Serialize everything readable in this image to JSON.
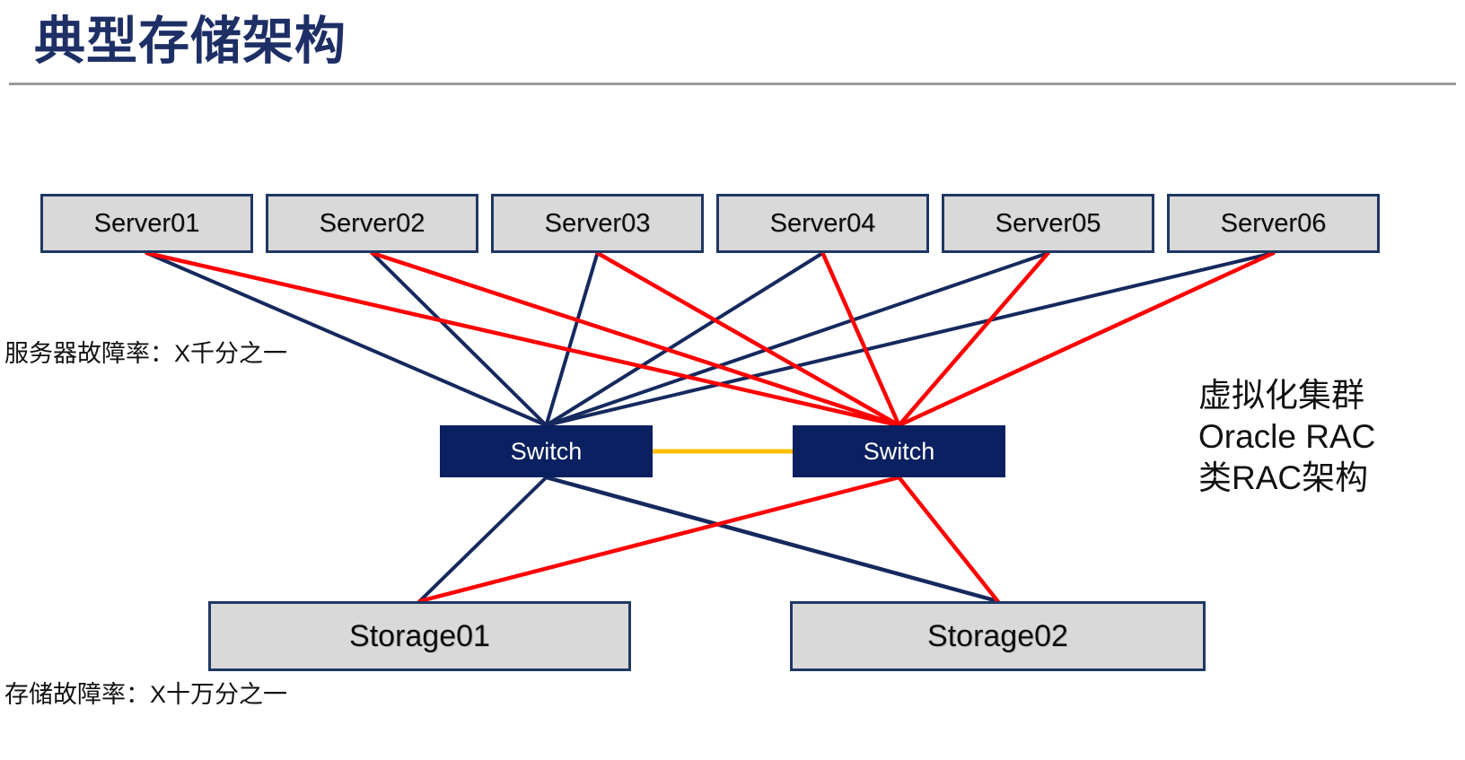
{
  "title": "典型存储架构",
  "labels": {
    "server_failure_rate": "服务器故障率：X千分之一",
    "storage_failure_rate": "存储故障率：X十万分之一",
    "right_note_lines": [
      "虚拟化集群",
      "Oracle RAC",
      "类RAC架构"
    ]
  },
  "colors": {
    "navy_line": "#16295E",
    "red_line": "#FF0000",
    "yellow_line": "#FFC000",
    "box_fill_gray": "#D9D9D9",
    "box_border_navy": "#1F3864",
    "switch_fill_navy": "#0A2060",
    "title_navy": "#1E2F66",
    "rule_gray": "#9A9A9A"
  },
  "nodes": {
    "servers": [
      {
        "id": "server1",
        "label": "Server01"
      },
      {
        "id": "server2",
        "label": "Server02"
      },
      {
        "id": "server3",
        "label": "Server03"
      },
      {
        "id": "server4",
        "label": "Server04"
      },
      {
        "id": "server5",
        "label": "Server05"
      },
      {
        "id": "server6",
        "label": "Server06"
      }
    ],
    "switches": [
      {
        "id": "switch-a",
        "label": "Switch"
      },
      {
        "id": "switch-b",
        "label": "Switch"
      }
    ],
    "storages": [
      {
        "id": "storage-1",
        "label": "Storage01"
      },
      {
        "id": "storage-2",
        "label": "Storage02"
      }
    ]
  },
  "connections": [
    {
      "from": "server1",
      "from_anchor": "bottom",
      "to": "switch-a",
      "to_anchor": "top",
      "color": "navy_line",
      "width": 4
    },
    {
      "from": "server2",
      "from_anchor": "bottom",
      "to": "switch-a",
      "to_anchor": "top",
      "color": "navy_line",
      "width": 4
    },
    {
      "from": "server3",
      "from_anchor": "bottom",
      "to": "switch-a",
      "to_anchor": "top",
      "color": "navy_line",
      "width": 4
    },
    {
      "from": "server4",
      "from_anchor": "bottom",
      "to": "switch-a",
      "to_anchor": "top",
      "color": "navy_line",
      "width": 4
    },
    {
      "from": "server5",
      "from_anchor": "bottom",
      "to": "switch-a",
      "to_anchor": "top",
      "color": "navy_line",
      "width": 4
    },
    {
      "from": "server6",
      "from_anchor": "bottom",
      "to": "switch-a",
      "to_anchor": "top",
      "color": "navy_line",
      "width": 4
    },
    {
      "from": "server1",
      "from_anchor": "bottom",
      "to": "switch-b",
      "to_anchor": "top",
      "color": "red_line",
      "width": 4.5
    },
    {
      "from": "server2",
      "from_anchor": "bottom",
      "to": "switch-b",
      "to_anchor": "top",
      "color": "red_line",
      "width": 4.5
    },
    {
      "from": "server3",
      "from_anchor": "bottom",
      "to": "switch-b",
      "to_anchor": "top",
      "color": "red_line",
      "width": 4.5
    },
    {
      "from": "server4",
      "from_anchor": "bottom",
      "to": "switch-b",
      "to_anchor": "top",
      "color": "red_line",
      "width": 4.5
    },
    {
      "from": "server5",
      "from_anchor": "bottom",
      "to": "switch-b",
      "to_anchor": "top",
      "color": "red_line",
      "width": 4.5
    },
    {
      "from": "server6",
      "from_anchor": "bottom",
      "to": "switch-b",
      "to_anchor": "top",
      "color": "red_line",
      "width": 4.5
    },
    {
      "from": "switch-a",
      "from_anchor": "bottom",
      "to": "storage-1",
      "to_anchor": "top",
      "color": "navy_line",
      "width": 4
    },
    {
      "from": "switch-a",
      "from_anchor": "bottom",
      "to": "storage-2",
      "to_anchor": "top",
      "color": "navy_line",
      "width": 4.5
    },
    {
      "from": "switch-b",
      "from_anchor": "bottom",
      "to": "storage-1",
      "to_anchor": "top",
      "color": "red_line",
      "width": 4.5
    },
    {
      "from": "switch-b",
      "from_anchor": "bottom",
      "to": "storage-2",
      "to_anchor": "top",
      "color": "red_line",
      "width": 4.5
    },
    {
      "from": "switch-a",
      "from_anchor": "right",
      "to": "switch-b",
      "to_anchor": "left",
      "color": "yellow_line",
      "width": 5
    }
  ]
}
